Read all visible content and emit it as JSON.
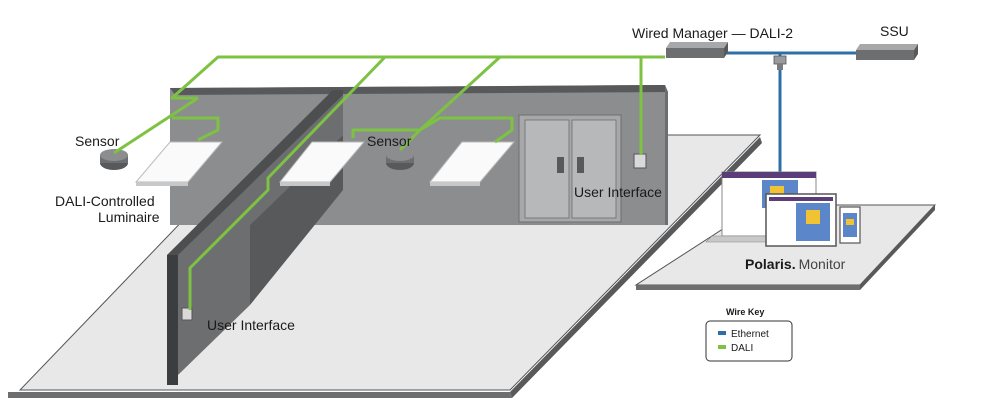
{
  "labels": {
    "sensor_left": "Sensor",
    "sensor_mid": "Sensor",
    "luminaire_line1": "DALI-Controlled",
    "luminaire_line2": "Luminaire",
    "user_interface_right": "User Interface",
    "user_interface_left": "User Interface",
    "wired_manager": "Wired Manager — DALI-2",
    "ssu": "SSU",
    "monitor_brand_bold": "Polaris",
    "monitor_brand_dot": ".",
    "monitor_brand_light": "Monitor"
  },
  "wire_key": {
    "title": "Wire Key",
    "items": [
      {
        "label": "Ethernet",
        "color": "#2f6fa8"
      },
      {
        "label": "DALI",
        "color": "#7dc242"
      }
    ]
  },
  "colors": {
    "dali": "#7dc242",
    "ethernet": "#2f6fa8",
    "floor": "#e6e7e6",
    "wall": "#8a8b8c",
    "wall_dark": "#4d4e50",
    "panel": "#fafafa"
  }
}
